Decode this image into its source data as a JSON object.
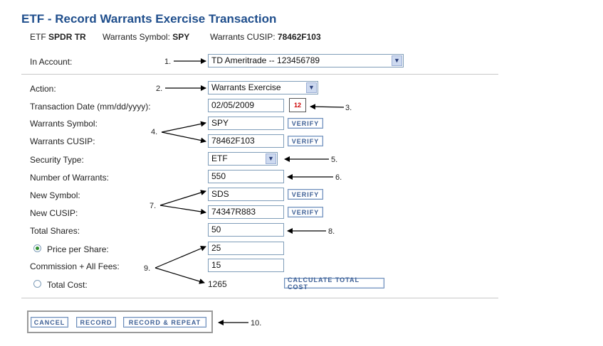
{
  "title": "ETF - Record Warrants Exercise Transaction",
  "info": {
    "type_prefix": "ETF",
    "type_name": "SPDR TR",
    "symbol_label": "Warrants Symbol:",
    "symbol_value": "SPY",
    "cusip_label": "Warrants CUSIP:",
    "cusip_value": "78462F103"
  },
  "form": {
    "account_label": "In Account:",
    "account_value": "TD Ameritrade -- 123456789",
    "action_label": "Action:",
    "action_value": "Warrants Exercise",
    "date_label": "Transaction Date (mm/dd/yyyy):",
    "date_value": "02/05/2009",
    "calendar_text": "12",
    "warrants_symbol_label": "Warrants Symbol:",
    "warrants_symbol_value": "SPY",
    "warrants_cusip_label": "Warrants CUSIP:",
    "warrants_cusip_value": "78462F103",
    "security_type_label": "Security Type:",
    "security_type_value": "ETF",
    "num_warrants_label": "Number of Warrants:",
    "num_warrants_value": "550",
    "new_symbol_label": "New Symbol:",
    "new_symbol_value": "SDS",
    "new_cusip_label": "New CUSIP:",
    "new_cusip_value": "74347R883",
    "total_shares_label": "Total Shares:",
    "total_shares_value": "50",
    "price_label": "Price per Share:",
    "price_value": "25",
    "commission_label": "Commission + All Fees:",
    "commission_value": "15",
    "total_cost_label": "Total Cost:",
    "total_cost_value": "1265",
    "verify_label": "VERIFY",
    "calculate_label": "CALCULATE TOTAL COST"
  },
  "buttons": {
    "cancel": "CANCEL",
    "record": "RECORD",
    "record_repeat": "RECORD & REPEAT"
  },
  "annotations": [
    "1.",
    "2.",
    "3.",
    "4.",
    "5.",
    "6.",
    "7.",
    "8.",
    "9.",
    "10."
  ],
  "colors": {
    "title": "#1f4e8c",
    "button_text": "#3d5f95",
    "border": "#7f9db9"
  }
}
